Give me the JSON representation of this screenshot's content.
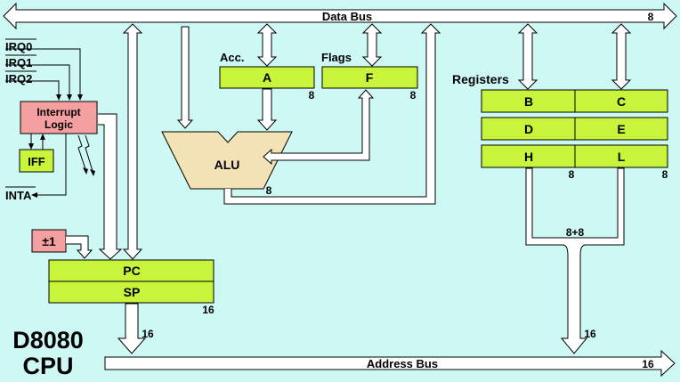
{
  "title": {
    "line1": "D8080",
    "line2": "CPU"
  },
  "buses": {
    "data": {
      "label": "Data Bus",
      "width": "8"
    },
    "address": {
      "label": "Address Bus",
      "width": "16"
    }
  },
  "interrupts": {
    "inputs": [
      "IRQ0",
      "IRQ1",
      "IRQ2"
    ],
    "logic_line1": "Interrupt",
    "logic_line2": "Logic",
    "iff": "IFF",
    "inta": "INTA"
  },
  "accumulator": {
    "caption": "Acc.",
    "name": "A",
    "width": "8"
  },
  "flags": {
    "caption": "Flags",
    "name": "F",
    "width": "8"
  },
  "alu": {
    "label": "ALU",
    "width": "8"
  },
  "registers": {
    "caption": "Registers",
    "rows": [
      [
        "B",
        "C"
      ],
      [
        "D",
        "E"
      ],
      [
        "H",
        "L"
      ]
    ],
    "hl_width_left": "8",
    "hl_width_right": "8",
    "pair_width": "8+8",
    "address_width": "16"
  },
  "incdec": {
    "label": "±1"
  },
  "pointers": {
    "pc": "PC",
    "sp": "SP",
    "width": "16",
    "address_width": "16"
  },
  "colors": {
    "background": "#cdf8f4",
    "register_fill": "#c8f43c",
    "interrupt_fill": "#f4a0a0",
    "alu_fill": "#f2e2b6"
  }
}
